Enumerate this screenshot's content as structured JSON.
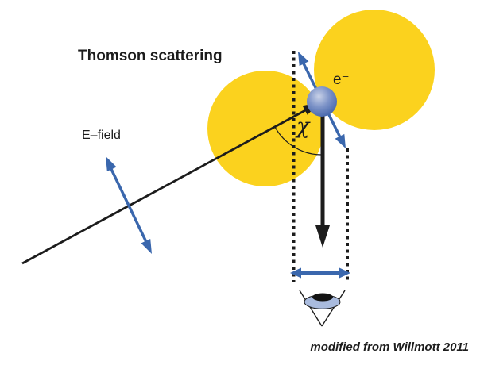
{
  "title": "Thomson scattering",
  "labels": {
    "efield": "E–field",
    "electron": "e⁻",
    "angle": "χ",
    "credit": "modified from Willmott 2011"
  },
  "icons": {
    "observer": "eye-icon"
  },
  "colors": {
    "lobe_yellow": "#FBD21E",
    "arrow_blue": "#3A67AD",
    "ink": "#1C1C1C",
    "iris_blue": "#A9BBDE",
    "pupil_black": "#141414",
    "electron_highlight": "#C9D2E8",
    "electron_mid": "#7E94C8",
    "electron_edge": "#3B5EA6"
  }
}
